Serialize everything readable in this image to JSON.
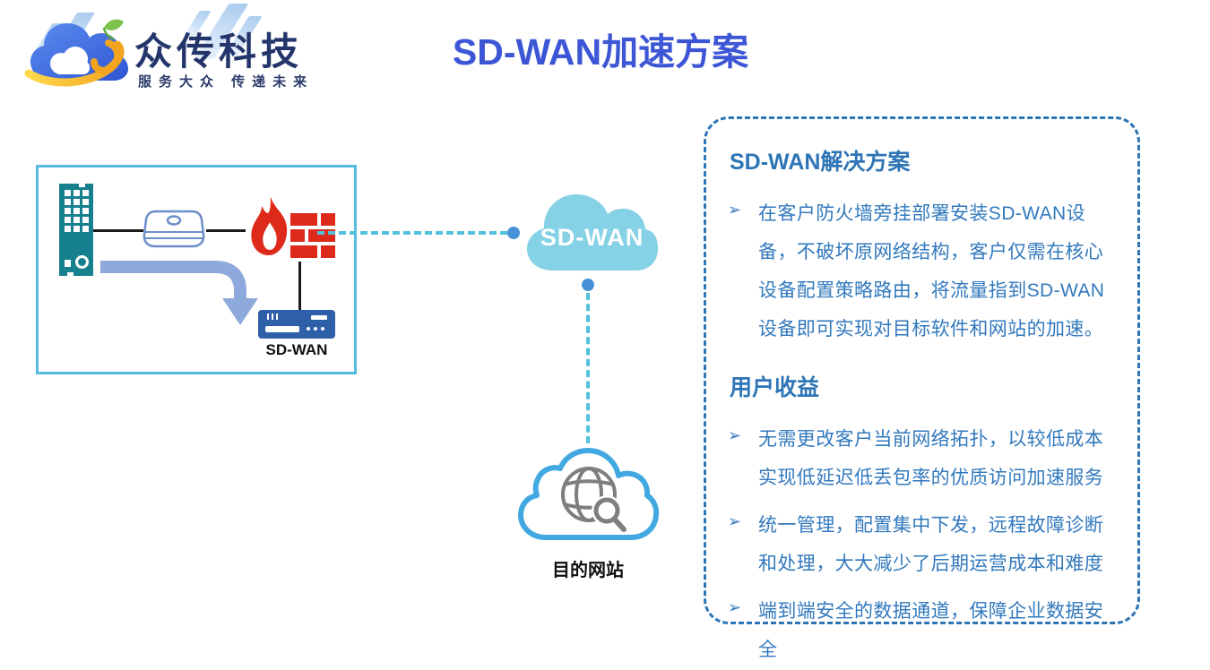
{
  "logo": {
    "company_name": "众传科技",
    "tagline": "服务大众  传递未来"
  },
  "header": {
    "title": "SD-WAN加速方案"
  },
  "diagram": {
    "device_label": "SD-WAN",
    "cloud_label": "SD-WAN",
    "destination_label": "目的网站"
  },
  "panel": {
    "bullet_marker": "➢",
    "solution_heading": "SD-WAN解决方案",
    "solution_bullets": [
      "在客户防火墙旁挂部署安装SD-WAN设备，不破坏原网络结构，客户仅需在核心设备配置策略路由，将流量指到SD-WAN设备即可实现对目标软件和网站的加速。"
    ],
    "benefits_heading": "用户收益",
    "benefits_bullets": [
      "无需更改客户当前网络拓扑，以较低成本实现低延迟低丢包率的优质访问加速服务",
      "统一管理，配置集中下发，远程故障诊断和处理，大大减少了后期运营成本和难度",
      "端到端安全的数据通道，保障企业数据安全"
    ]
  },
  "colors": {
    "title_blue": "#3D56D6",
    "panel_blue": "#2E75B6",
    "body_blue": "#3279BD",
    "box_border": "#55BCDF",
    "cloud_fill": "#85D1E5",
    "cloud_outline": "#41A8E1",
    "dotted_line": "#53C1DE",
    "dot_blue": "#4792D6",
    "firewall_red": "#DD2A1B",
    "building_teal": "#17808F",
    "device_blue": "#2E5FA8",
    "arrow_periwinkle": "#8EA9DB",
    "logo_navy": "#24356B"
  }
}
